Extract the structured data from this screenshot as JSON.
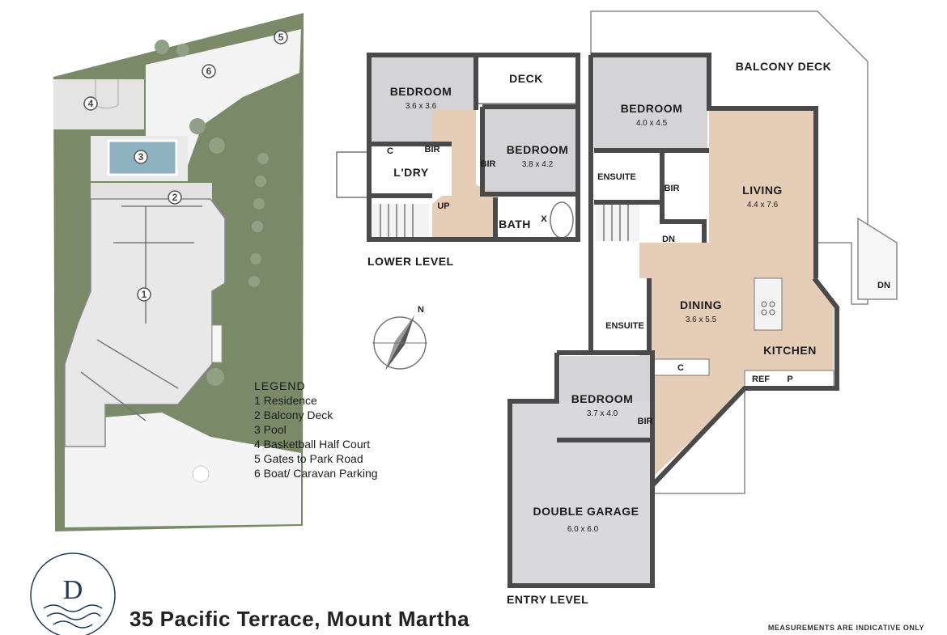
{
  "site": {
    "markers": [
      "1",
      "2",
      "3",
      "4",
      "5",
      "6"
    ]
  },
  "legend": {
    "title": "LEGEND",
    "items": [
      "1 Residence",
      "2 Balcony Deck",
      "3 Pool",
      "4 Basketball Half Court",
      "5 Gates to Park Road",
      "6 Boat/ Caravan Parking"
    ]
  },
  "lower_level": {
    "title": "LOWER LEVEL",
    "rooms": [
      {
        "name": "BEDROOM",
        "dim": "3.6 x 3.6"
      },
      {
        "name": "BEDROOM",
        "dim": "3.8 x 4.2"
      },
      {
        "name": "DECK"
      },
      {
        "name": "L'DRY"
      },
      {
        "name": "BATH"
      }
    ],
    "labels": {
      "c": "C",
      "bir_top": "BIR",
      "bir_side": "BIR",
      "up": "UP",
      "x": "X"
    }
  },
  "entry_level": {
    "title": "ENTRY LEVEL",
    "rooms": [
      {
        "name": "BEDROOM",
        "dim": "4.0 x 4.5"
      },
      {
        "name": "LIVING",
        "dim": "4.4 x 7.6"
      },
      {
        "name": "DINING",
        "dim": "3.6 x 5.5"
      },
      {
        "name": "KITCHEN"
      },
      {
        "name": "BEDROOM",
        "dim": "3.7 x 4.0"
      },
      {
        "name": "DOUBLE GARAGE",
        "dim": "6.0 x 6.0"
      },
      {
        "name": "BALCONY DECK"
      }
    ],
    "labels": {
      "ensuite_top": "ENSUITE",
      "ensuite_mid": "ENSUITE",
      "bir_top": "BIR",
      "bir_bed": "BIR",
      "dn_stair": "DN",
      "dn_deck": "DN",
      "c": "C",
      "ref": "REF",
      "p": "P"
    }
  },
  "compass": {
    "n": "N"
  },
  "brand": {
    "letter": "D"
  },
  "address": "35 Pacific Terrace, Mount Martha",
  "disclaimer": "MEASUREMENTS ARE INDICATIVE ONLY",
  "colors": {
    "grass": "#7a8a68",
    "room_grey": "#d4d4d6",
    "wood_floor": "#e6cdb8",
    "wall": "#4a4a4a",
    "pool": "#8fb2c0",
    "roof": "#e8e8e8"
  }
}
